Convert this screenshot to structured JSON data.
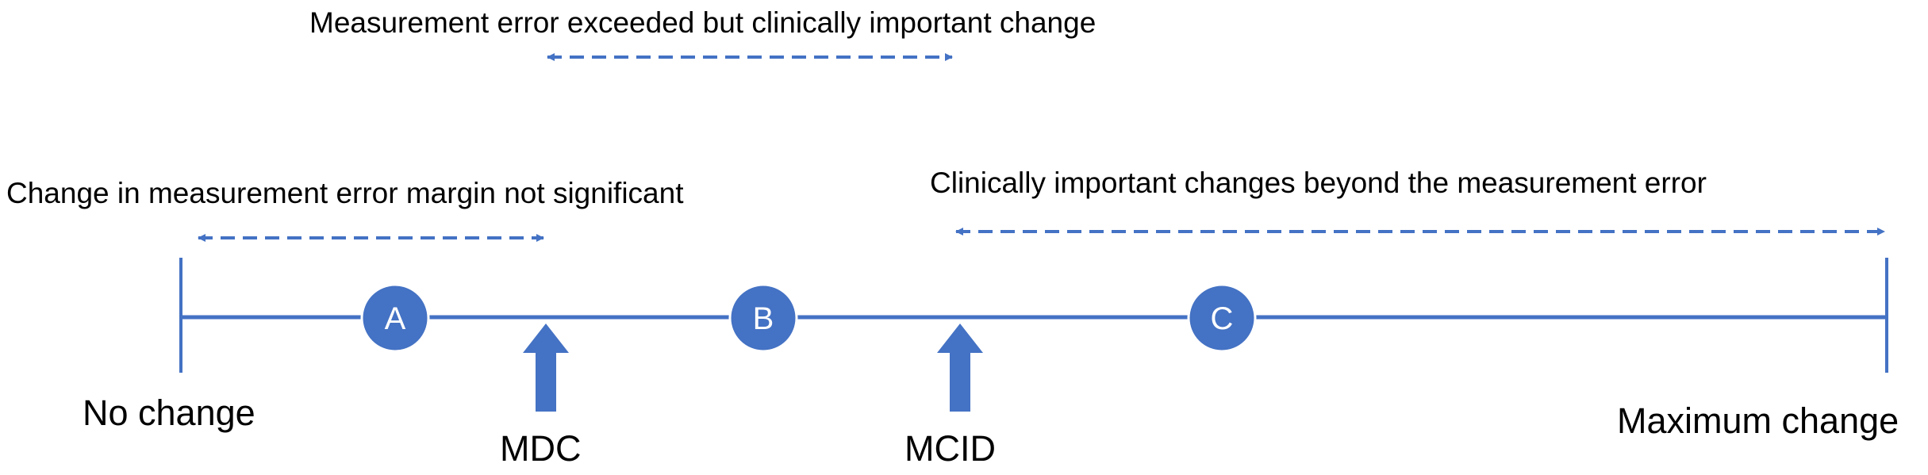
{
  "ranges": {
    "middle": "Measurement error exceeded but clinically important change",
    "left": "Change in measurement error margin not significant",
    "right": "Clinically important changes beyond the measurement error"
  },
  "axis": {
    "start": "No change",
    "end": "Maximum change"
  },
  "thresholds": {
    "mdc": "MDC",
    "mcid": "MCID"
  },
  "markers": [
    "A",
    "B",
    "C"
  ],
  "colors": {
    "accent": "#4472C4",
    "text": "#000000",
    "marker_text": "#ffffff"
  }
}
